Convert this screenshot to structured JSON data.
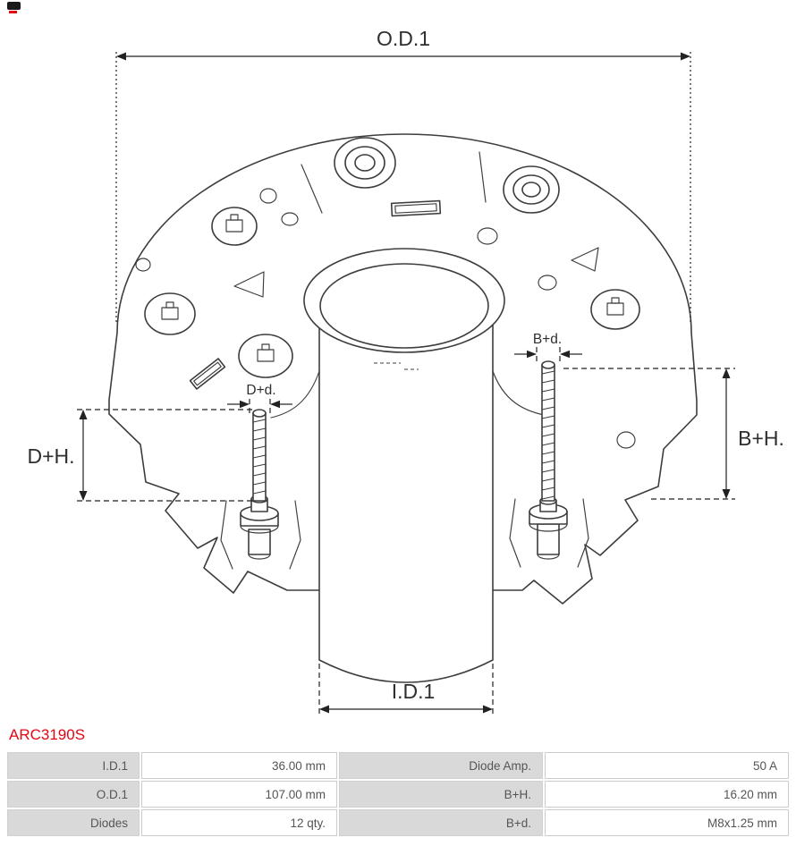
{
  "part": {
    "number": "ARC3190S"
  },
  "diagram": {
    "labels": {
      "od1": "O.D.1",
      "id1": "I.D.1",
      "dh": "D+H.",
      "bh": "B+H.",
      "dd": "D+d.",
      "bd": "B+d."
    }
  },
  "spec_table": {
    "rows": [
      {
        "label_left": "I.D.1",
        "value_left": "36.00 mm",
        "label_right": "Diode Amp.",
        "value_right": "50 A"
      },
      {
        "label_left": "O.D.1",
        "value_left": "107.00 mm",
        "label_right": "B+H.",
        "value_right": "16.20 mm"
      },
      {
        "label_left": "Diodes",
        "value_left": "12 qty.",
        "label_right": "B+d.",
        "value_right": "M8x1.25 mm"
      }
    ]
  },
  "colors": {
    "accent": "#e30613",
    "drawing_line": "#3d3d3d",
    "dimension_line": "#222222",
    "table_label_bg": "#d9d9d9",
    "table_border": "#cccccc",
    "table_text": "#555555"
  }
}
